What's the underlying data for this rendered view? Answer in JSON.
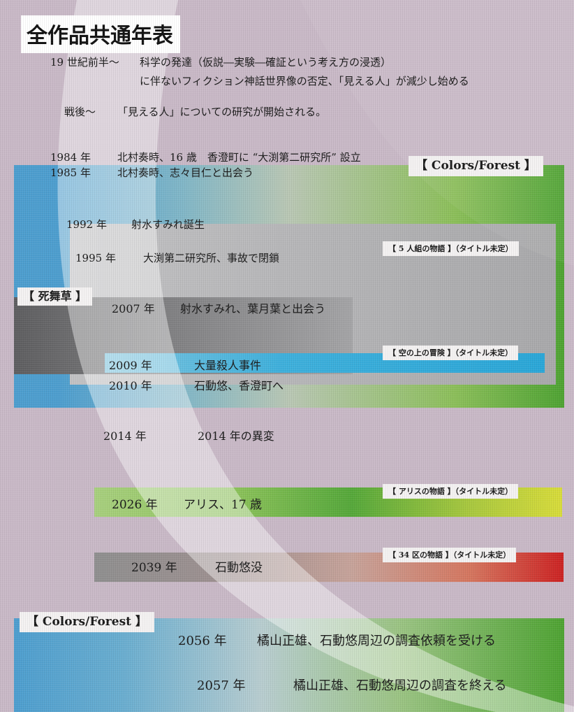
{
  "title": "全作品共通年表",
  "intro": {
    "era1_label": "19 世紀前半〜",
    "era1_line1": "科学の発達（仮説―実験―確証という考え方の浸透）",
    "era1_line2": "に伴ないフィクション神話世界像の否定、「見える人」が減少し始める",
    "era2_label": "戦後〜",
    "era2_text": "「見える人」についての研究が開始される。"
  },
  "events": [
    {
      "year": "1984 年",
      "text": "北村奏時、16 歳　香澄町に “大渕第二研究所” 設立"
    },
    {
      "year": "1985 年",
      "text": "北村奏時、志々目仁と出会う"
    },
    {
      "year": "1992 年",
      "text": "射水すみれ誕生"
    },
    {
      "year": "1995 年",
      "text": "大渕第二研究所、事故で閉鎖"
    },
    {
      "year": "2007 年",
      "text": "射水すみれ、葉月葉と出会う"
    },
    {
      "year": "2009 年",
      "text": "大量殺人事件"
    },
    {
      "year": "2010 年",
      "text": "石動悠、香澄町へ"
    },
    {
      "year": "2014 年",
      "text": "2014 年の異変"
    },
    {
      "year": "2026 年",
      "text": "アリス、17 歳"
    },
    {
      "year": "2039 年",
      "text": "石動悠没"
    },
    {
      "year": "2056 年",
      "text": "橘山正雄、石動悠周辺の調査依頼を受ける"
    },
    {
      "year": "2057 年",
      "text": "橘山正雄、石動悠周辺の調査を終える"
    }
  ],
  "works": {
    "colors_forest_top": "【 Colors/Forest 】",
    "five_people": "【 5 人組の物語 】（タイトル未定）",
    "shibukusa": "【 死舞草 】",
    "sky_adventure": "【 空の上の冒険 】（タイトル未定）",
    "alice": "【 アリスの物語 】（タイトル未定）",
    "ward34": "【 34 区の物語 】（タイトル未定）",
    "colors_forest_bottom": "【 Colors/Forest 】"
  },
  "colors": {
    "background": "#c9b9c7",
    "colors_forest_blue": "#4d9ecf",
    "colors_forest_green": "#4ea332",
    "gray_band": "#a9a9ab",
    "dark_gray_band": "#6e6e70",
    "cyan_band": "#2aa7d8",
    "alice_green": "#55a83a",
    "alice_yellow": "#d8dc3a",
    "ward34_gray": "#8f8f8f",
    "ward34_red": "#cc2222"
  }
}
